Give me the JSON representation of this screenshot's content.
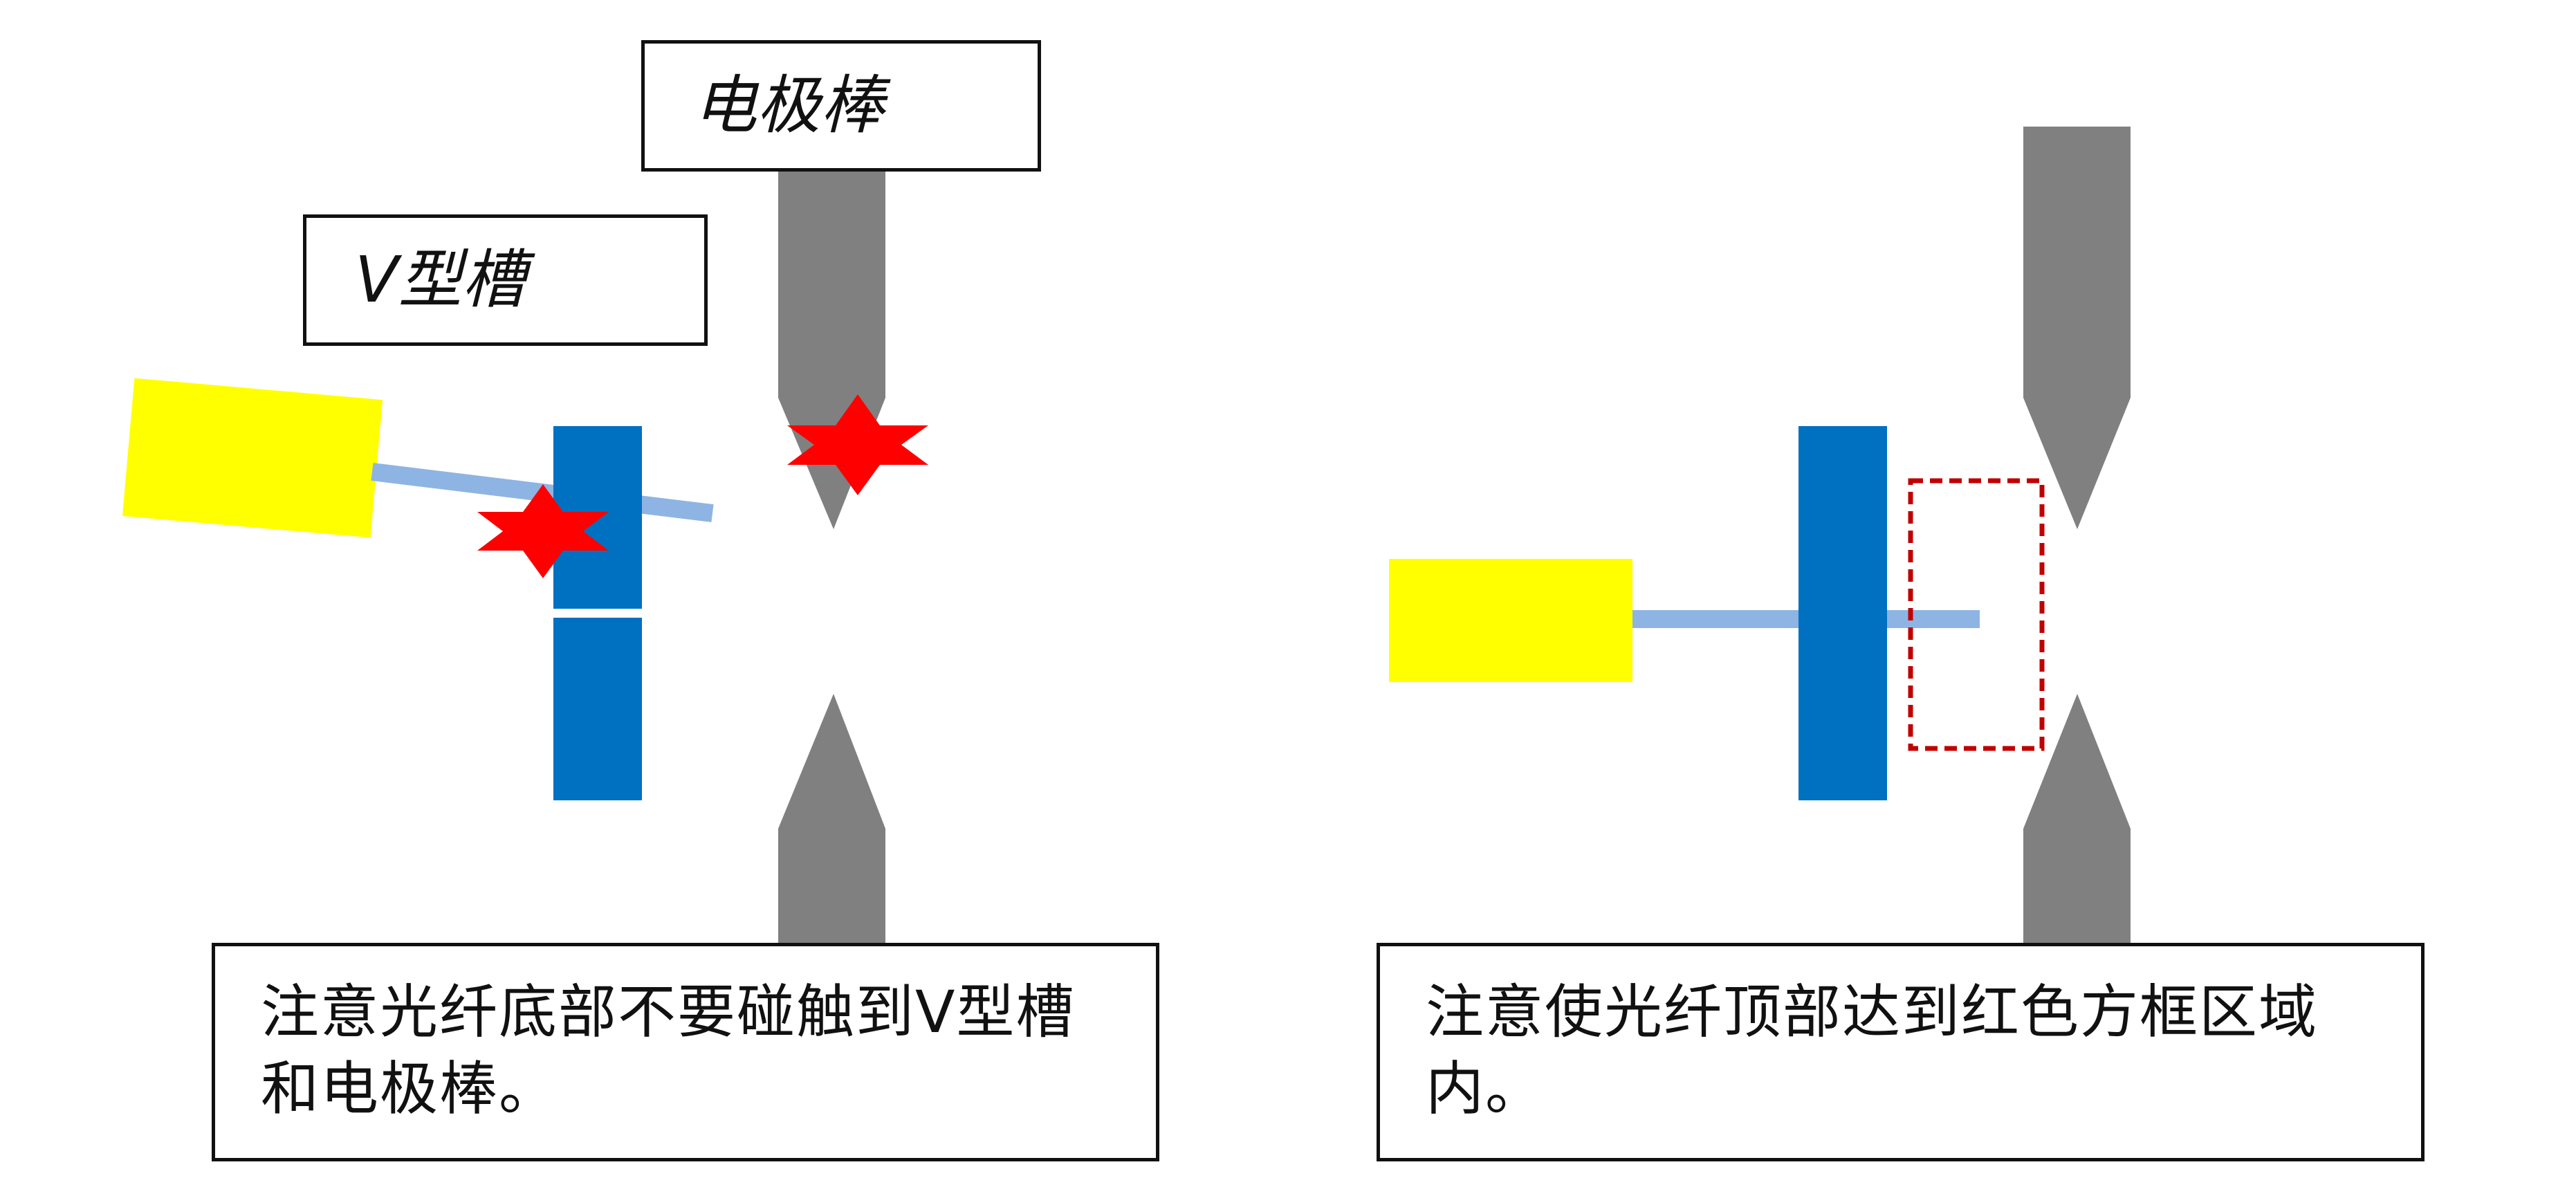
{
  "labels": {
    "electrode": "电极棒",
    "v_groove": "V型槽"
  },
  "notes": {
    "left": "注意光纤底部不要碰触到V型槽和电极棒。",
    "right": "注意使光纤顶部达到红色方框区域内。"
  },
  "colors": {
    "fiber_holder": "#FFFF00",
    "fiber": "#8EB4E3",
    "v_groove": "#0070C0",
    "electrode": "#808080",
    "contact_star": "#FF0000",
    "target_box": "#C00000"
  }
}
